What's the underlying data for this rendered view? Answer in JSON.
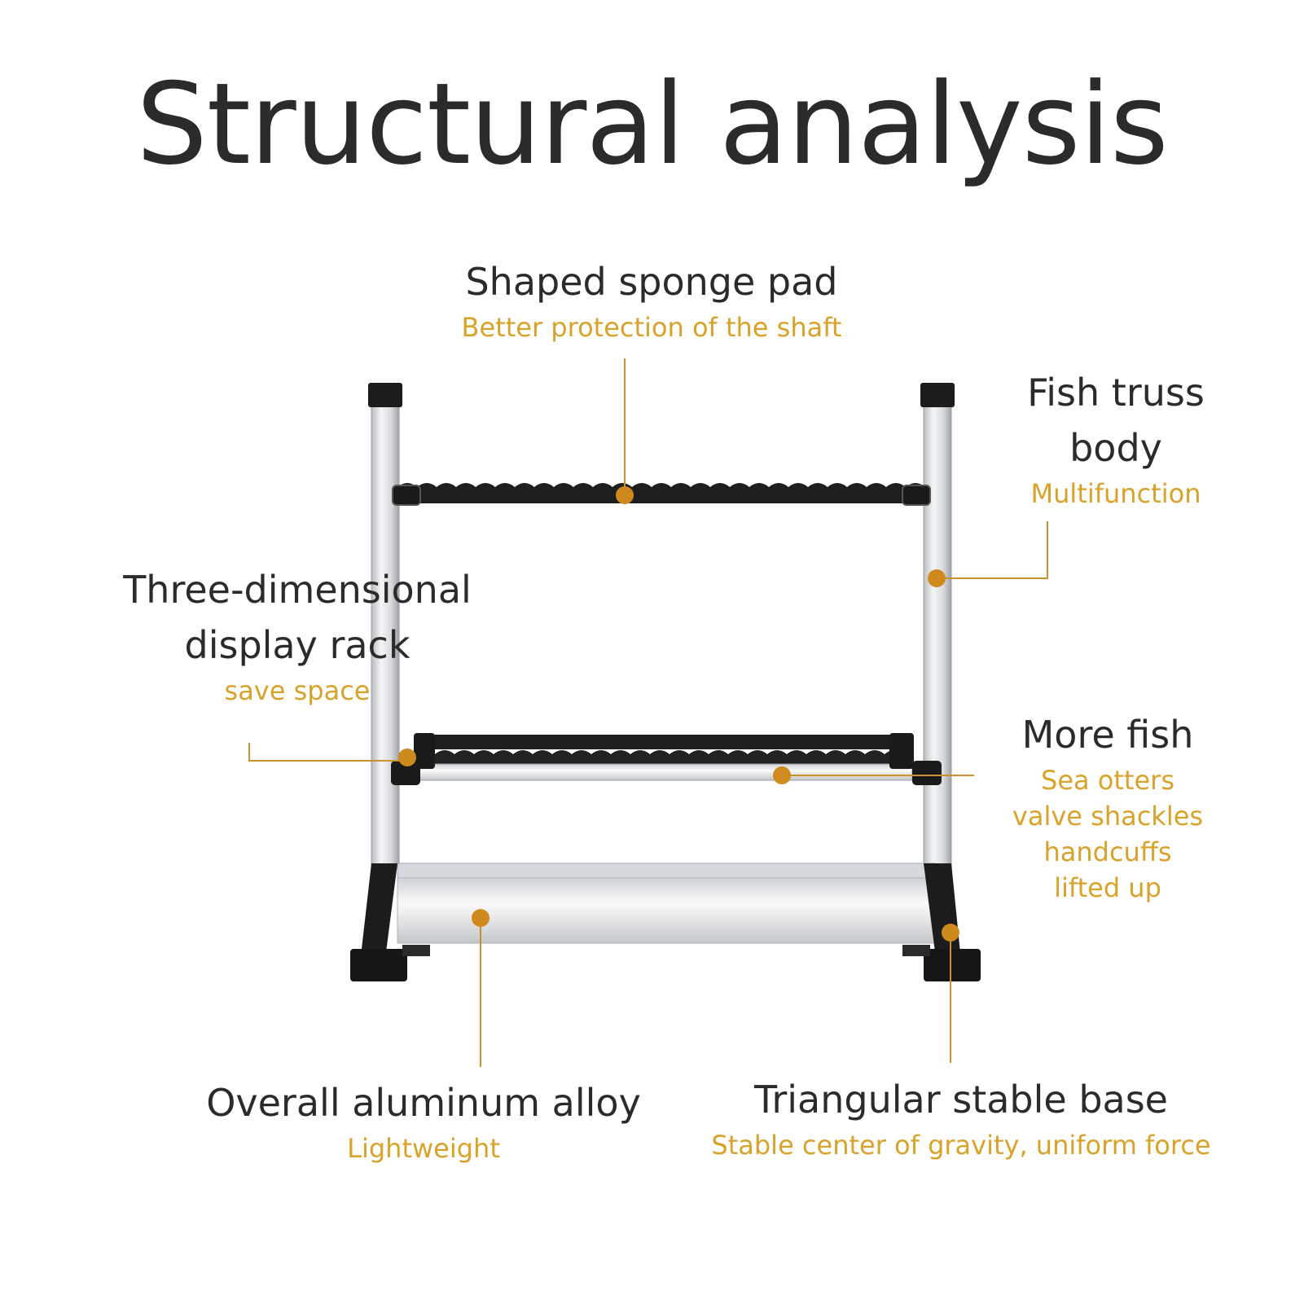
{
  "title": "Structural analysis",
  "accent_color": "#d9a22a",
  "text_color": "#2b2b2b",
  "callouts": {
    "sponge_pad": {
      "title": "Shaped sponge pad",
      "subtitle": "Better protection of the shaft"
    },
    "truss_body": {
      "title_line1": "Fish truss",
      "title_line2": "body",
      "subtitle": "Multifunction"
    },
    "display_rack": {
      "title_line1": "Three-dimensional",
      "title_line2": "display rack",
      "subtitle": "save space"
    },
    "more_fish": {
      "title": "More fish",
      "sub_line1": "Sea otters",
      "sub_line2": "valve shackles",
      "sub_line3": "handcuffs",
      "sub_line4": "lifted up"
    },
    "aluminum": {
      "title": "Overall aluminum alloy",
      "subtitle": "Lightweight"
    },
    "base": {
      "title": "Triangular stable base",
      "subtitle": "Stable center of gravity, uniform force"
    }
  }
}
